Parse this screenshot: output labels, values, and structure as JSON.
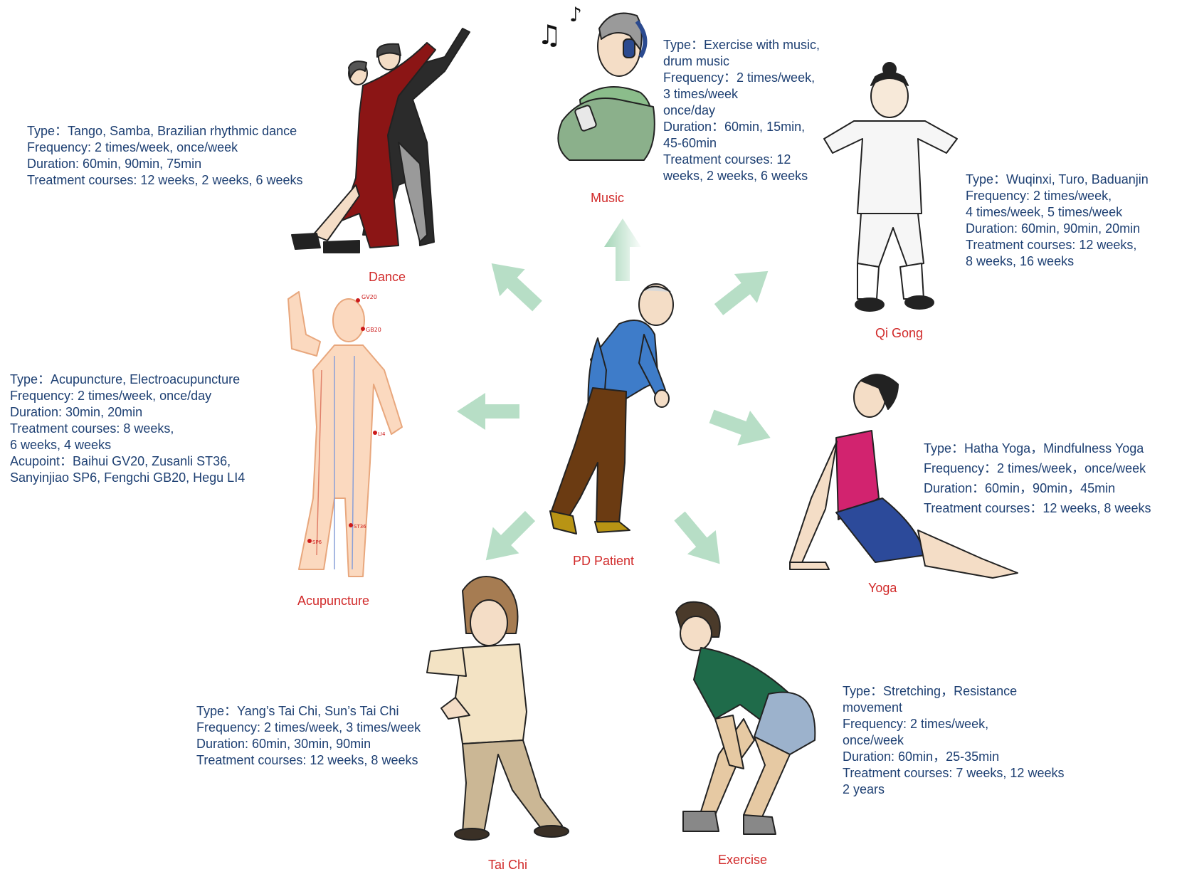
{
  "colors": {
    "text": "#1d3f72",
    "label": "#d12a2a",
    "arrow": "#9fd3b3"
  },
  "center": {
    "label": "PD Patient"
  },
  "therapies": {
    "music": {
      "label": "Music",
      "lines": [
        "Type：Exercise with music,",
        "drum music",
        "Frequency：2 times/week,",
        "3 times/week",
        "once/day",
        "Duration：60min, 15min,",
        "45-60min",
        "Treatment courses: 12",
        "weeks, 2 weeks, 6 weeks"
      ]
    },
    "dance": {
      "label": "Dance",
      "lines": [
        "Type：Tango, Samba, Brazilian rhythmic dance",
        "Frequency: 2 times/week, once/week",
        "Duration: 60min, 90min, 75min",
        "Treatment courses: 12 weeks, 2 weeks, 6 weeks"
      ]
    },
    "qigong": {
      "label": "Qi Gong",
      "lines": [
        "Type：Wuqinxi, Turo, Baduanjin",
        "Frequency: 2 times/week,",
        "4 times/week, 5 times/week",
        "Duration: 60min, 90min, 20min",
        "Treatment courses: 12 weeks,",
        "8 weeks, 16 weeks"
      ]
    },
    "acupuncture": {
      "label": "Acupuncture",
      "lines": [
        "Type：Acupuncture, Electroacupuncture",
        "Frequency: 2 times/week, once/day",
        "Duration: 30min, 20min",
        "Treatment courses: 8 weeks,",
        "6 weeks, 4 weeks",
        "Acupoint：Baihui GV20, Zusanli ST36,",
        "Sanyinjiao SP6, Fengchi GB20, Hegu LI4"
      ],
      "point_labels": [
        "GV20",
        "GB20",
        "LI4",
        "ST36",
        "SP6"
      ]
    },
    "yoga": {
      "label": "Yoga",
      "lines": [
        "Type：Hatha Yoga，Mindfulness Yoga",
        "Frequency：2 times/week，once/week",
        "Duration：60min，90min，45min",
        "Treatment courses：12 weeks, 8 weeks"
      ]
    },
    "taichi": {
      "label": "Tai Chi",
      "lines": [
        "Type：Yang’s Tai Chi, Sun’s Tai Chi",
        "Frequency: 2 times/week, 3 times/week",
        "Duration: 60min, 30min, 90min",
        "Treatment courses: 12 weeks, 8 weeks"
      ]
    },
    "exercise": {
      "label": "Exercise",
      "lines": [
        "Type：Stretching，Resistance",
        "movement",
        "Frequency: 2 times/week,",
        "once/week",
        "Duration: 60min，25-35min",
        "Treatment courses: 7 weeks, 12 weeks",
        "2 years"
      ]
    }
  }
}
